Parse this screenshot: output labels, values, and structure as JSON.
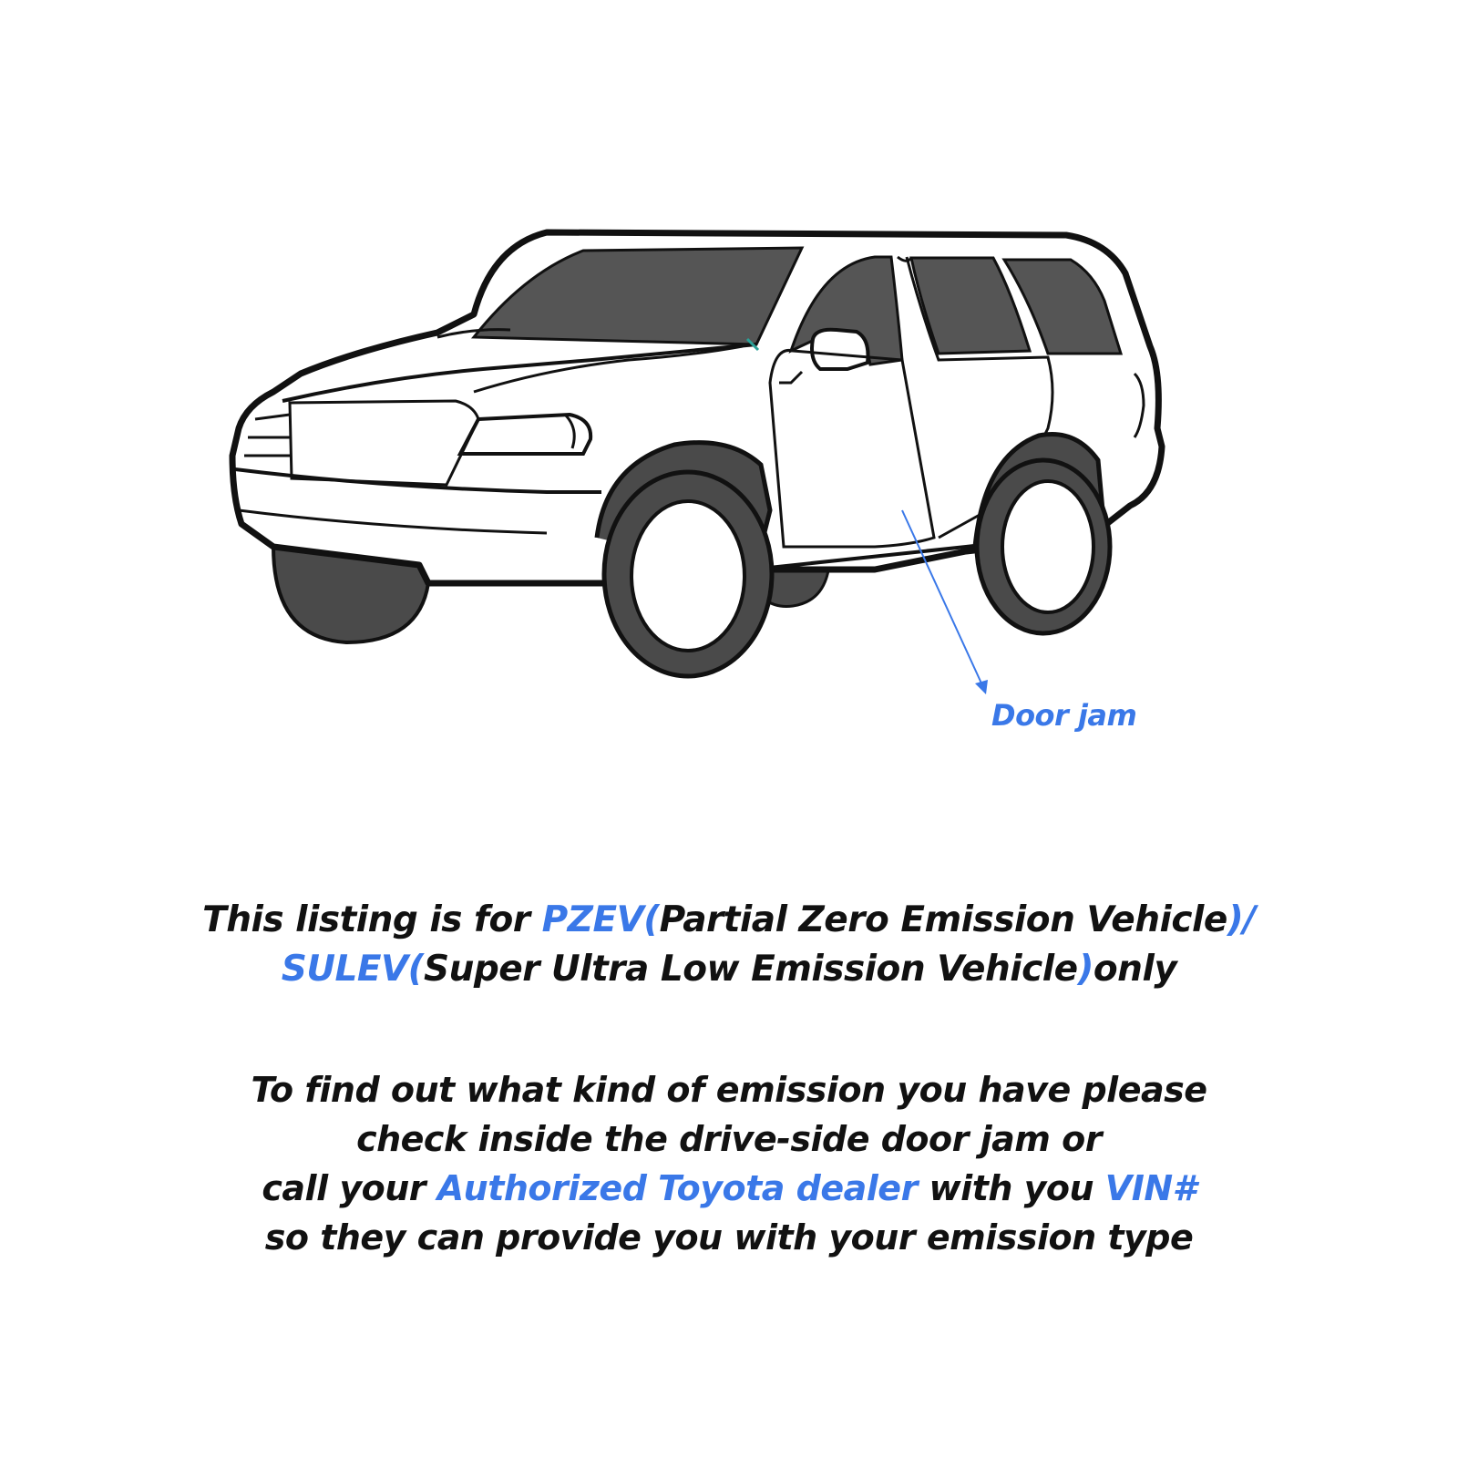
{
  "colors": {
    "accent": "#3a78e8",
    "text": "#111111",
    "outline": "#111111",
    "tire": "#4a4a4a",
    "glass": "#555555",
    "body": "#ffffff"
  },
  "illustration": {
    "subject": "suv-line-drawing",
    "callout": {
      "label": "Door jam"
    }
  },
  "notice": {
    "line1": {
      "p1": "This listing is for ",
      "h1": "PZEV(",
      "p2": "Partial Zero Emission Vehicle",
      "h2": ")/"
    },
    "line2": {
      "h1": "SULEV(",
      "p1": "Super Ultra Low Emission Vehicle",
      "h2": ")",
      "p2": "only"
    }
  },
  "instructions": {
    "line1": "To find out what kind of emission you have please",
    "line2": "check inside the drive-side door jam or",
    "line3": {
      "p1": "call your ",
      "h1": "Authorized Toyota dealer",
      "p2": " with you ",
      "h2": "VIN#"
    },
    "line4": "so they can provide you with your emission type"
  }
}
